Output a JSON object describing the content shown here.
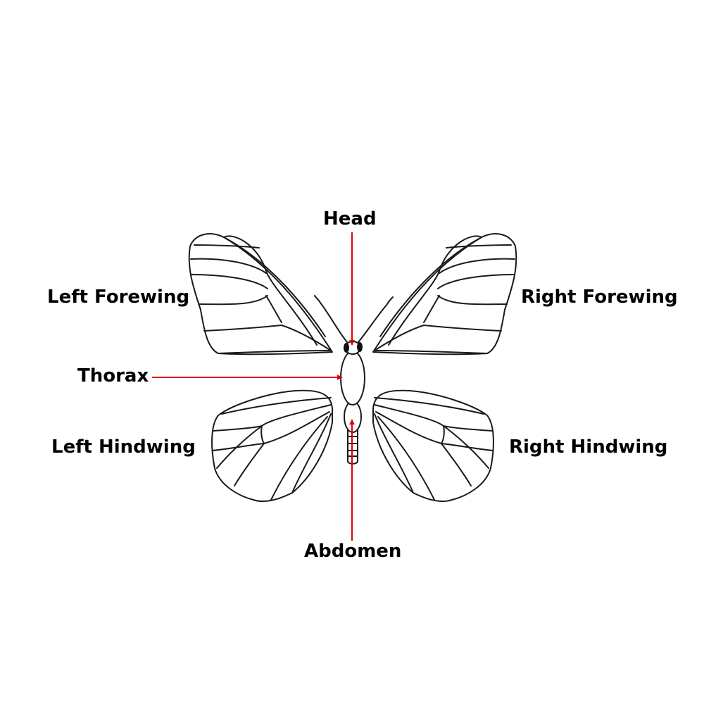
{
  "labels": {
    "head": "Head",
    "left_forewing": "Left Forewing",
    "right_forewing": "Right Forewing",
    "thorax": "Thorax",
    "left_hindwing": "Left Hindwing",
    "right_hindwing": "Right Hindwing",
    "abdomen": "Abdomen"
  },
  "colors": {
    "arrow": "#e00000",
    "outline": "#1a1a1a",
    "label_text": "#000000"
  }
}
